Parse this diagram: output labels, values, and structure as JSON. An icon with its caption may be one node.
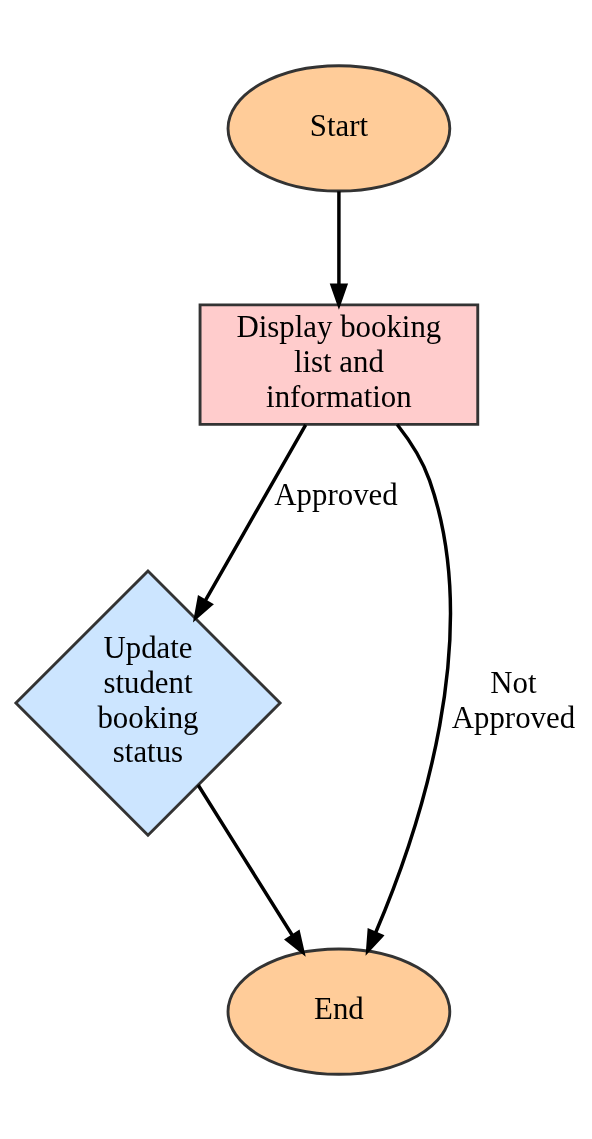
{
  "diagram": {
    "nodes": [
      {
        "text": [
          "Start"
        ]
      },
      {
        "text": [
          "Display booking list and information"
        ]
      },
      {
        "text": [
          "Update student booking status"
        ]
      },
      {
        "text": [
          "End"
        ]
      }
    ],
    "edges": [
      {
        "from": 0,
        "to": 1,
        "arrow": "to"
      },
      {
        "from": 1,
        "to": 2,
        "arrow": "to",
        "label": "Approved"
      },
      {
        "from": 2,
        "to": 3,
        "arrow": "to"
      },
      {
        "from": 1,
        "to": 3,
        "arrow": "to",
        "label": "Not Approved"
      }
    ]
  }
}
